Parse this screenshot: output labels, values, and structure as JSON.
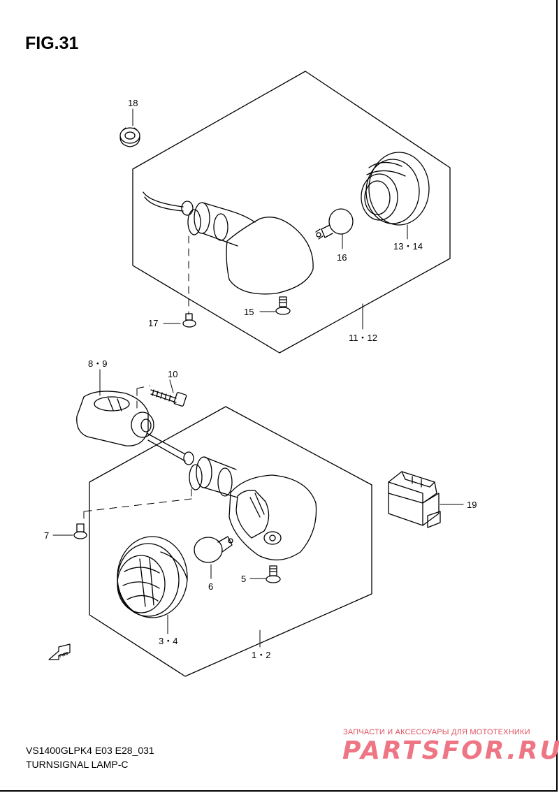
{
  "figure": {
    "title": "FIG.31"
  },
  "callouts": {
    "c18": "18",
    "c13_14": "13・14",
    "c16": "16",
    "c15": "15",
    "c17": "17",
    "c11_12": "11・12",
    "c8_9": "8・9",
    "c10": "10",
    "c19": "19",
    "c7": "7",
    "c6": "6",
    "c5": "5",
    "c3_4": "3・4",
    "c1_2": "1・2"
  },
  "fwd_label": "FWD",
  "footer": {
    "model_code": "VS1400GLPK4 E03 E28_031",
    "diagram_name": "TURNSIGNAL LAMP-C"
  },
  "watermark": {
    "tagline": "ЗАПЧАСТИ И АКСЕССУАРЫ ДЛЯ МОТОТЕХНИКИ",
    "logo_text": "PARTSFOR.RU"
  }
}
